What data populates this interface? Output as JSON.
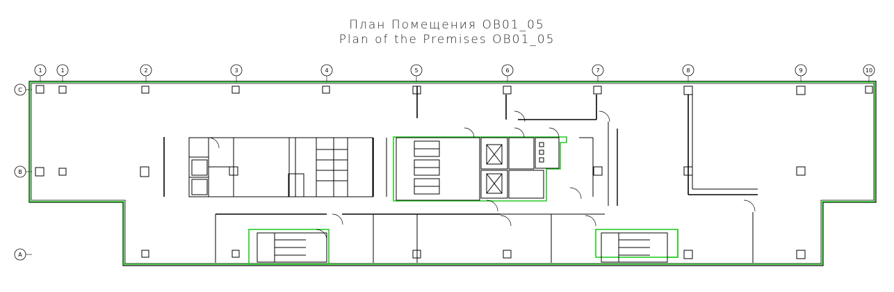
{
  "title": {
    "line1": "План Помещения ОВ01_05",
    "line2": "Plan of the Premises OB01_05"
  },
  "grid_columns": [
    "1",
    "1",
    "2",
    "3",
    "4",
    "5",
    "6",
    "7",
    "8",
    "9",
    "10"
  ],
  "grid_rows": [
    "C",
    "B",
    "A"
  ],
  "colors": {
    "walls": "#000000",
    "premises_boundary": "#22cc22",
    "background": "#ffffff"
  }
}
